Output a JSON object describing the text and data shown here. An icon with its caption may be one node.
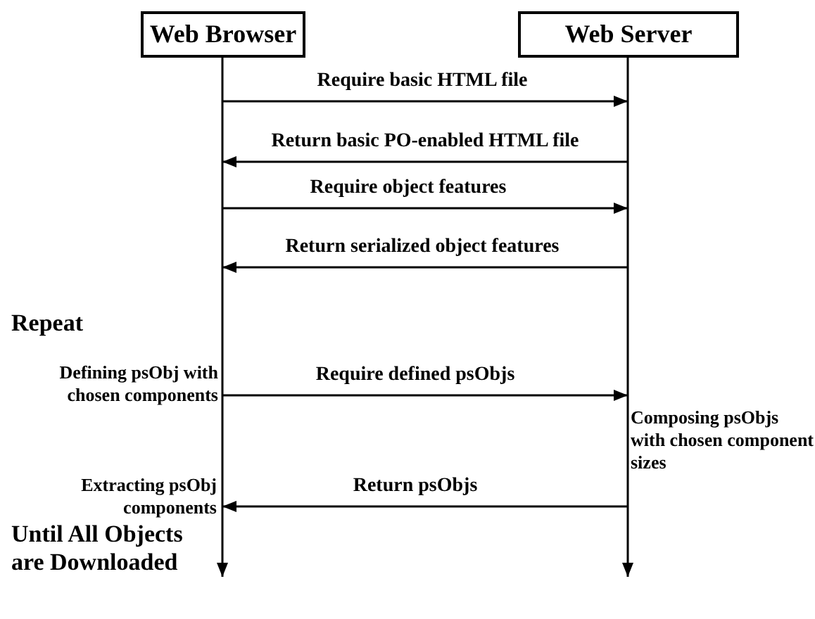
{
  "diagram": {
    "nodes": [
      {
        "text": [
          "Web Browser"
        ]
      },
      {
        "text": [
          "Web Server"
        ]
      }
    ],
    "edges": [
      {
        "from": 0,
        "to": 1,
        "arrow": "to",
        "label": "Require basic HTML file"
      },
      {
        "from": 1,
        "to": 0,
        "arrow": "to",
        "label": "Return basic PO-enabled HTML file"
      },
      {
        "from": 0,
        "to": 1,
        "arrow": "to",
        "label": "Require object features"
      },
      {
        "from": 1,
        "to": 0,
        "arrow": "to",
        "label": "Return serialized object features"
      },
      {
        "from": 0,
        "to": 1,
        "arrow": "to",
        "label": "Require defined psObjs"
      },
      {
        "from": 1,
        "to": 0,
        "arrow": "to",
        "label": "Return psObjs"
      }
    ],
    "labels": [
      "Repeat",
      "Defining psObj with chosen components",
      "Composing psObjs with chosen component sizes",
      "Extracting psObj components",
      "Until All Objects are Downloaded"
    ]
  }
}
